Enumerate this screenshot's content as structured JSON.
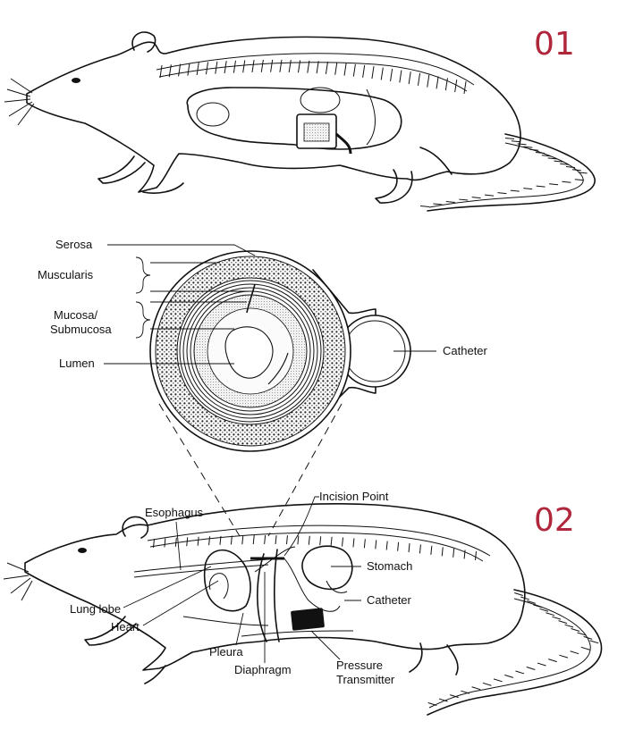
{
  "panels": [
    {
      "number": "01"
    },
    {
      "number": "02"
    }
  ],
  "cross_section": {
    "labels": {
      "serosa": "Serosa",
      "muscularis": "Muscularis",
      "mucosa_line1": "Mucosa/",
      "mucosa_line2": "Submucosa",
      "lumen": "Lumen",
      "catheter": "Catheter"
    }
  },
  "rat_bottom": {
    "labels": {
      "incision_point": "Incision Point",
      "esophagus": "Esophagus",
      "stomach": "Stomach",
      "catheter": "Catheter",
      "lung_lobe": "Lung lobe",
      "heart": "Heart",
      "pleura": "Pleura",
      "diaphragm": "Diaphragm",
      "transmitter_line1": "Pressure",
      "transmitter_line2": "Transmitter"
    }
  },
  "colors": {
    "panel_number": "#b0273c",
    "ink": "#111111"
  }
}
